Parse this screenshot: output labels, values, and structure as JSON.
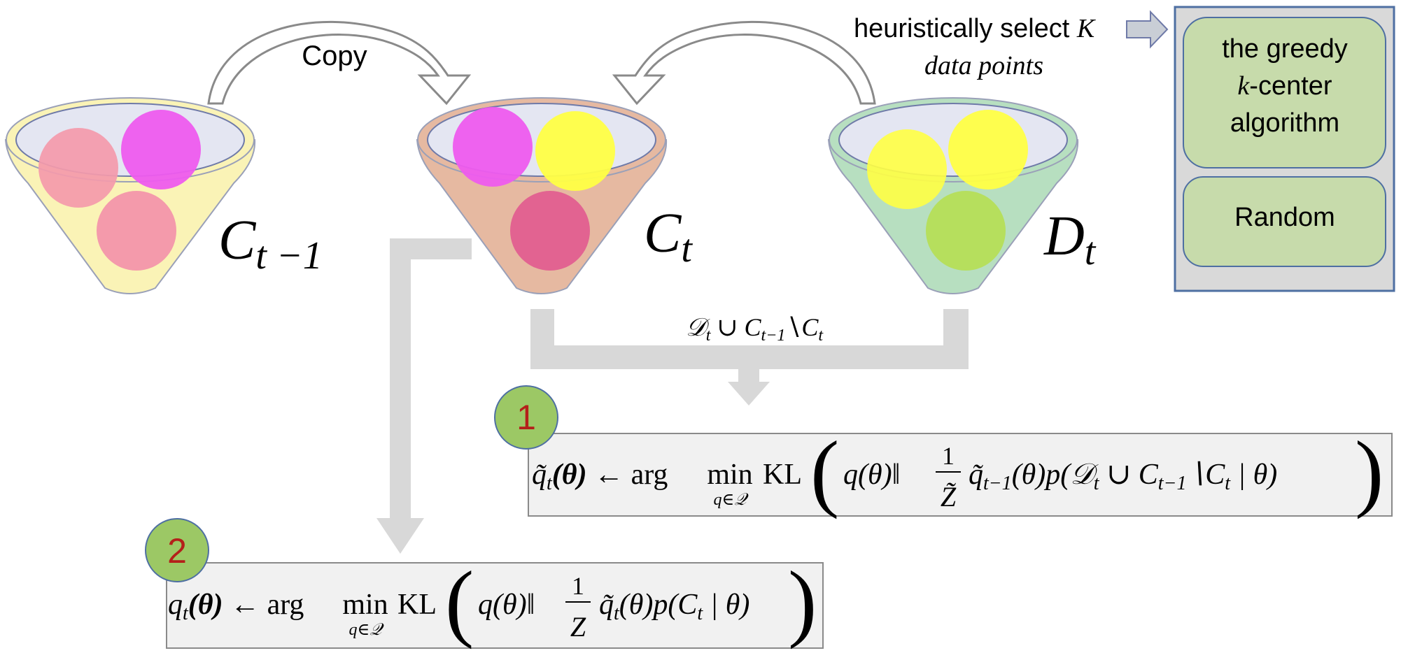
{
  "copy_label": "Copy",
  "heuristic_label": {
    "line1_text": "heuristically select ",
    "line1_var": "K",
    "line2": "data points"
  },
  "methods": {
    "greedy": [
      "the greedy",
      "-center",
      "algorithm"
    ],
    "greedy_var": "k",
    "random": "Random"
  },
  "buckets": {
    "prev": {
      "base": "C",
      "sub": "t −1"
    },
    "curr": {
      "base": "C",
      "sub": "t"
    },
    "data": {
      "base": "D",
      "sub": "t"
    }
  },
  "union_label": {
    "D": "𝒟",
    "t": "t",
    "cup": " ∪ ",
    "C1": "C",
    "sub1": "t−1",
    "setminus": "∖",
    "C2": "C",
    "sub2": "t"
  },
  "steps": {
    "one": "1",
    "two": "2"
  },
  "equation1": {
    "lhs": "q̃",
    "lhs_sub": "t",
    "theta_arg": "(θ)",
    "arrow": " ← arg",
    "min": "min",
    "min_sub": "q∈𝒬",
    "kl": "KL",
    "body_start": "q(θ)‖",
    "frac_num": "1",
    "frac_den": "Z̃",
    "body_mid": "q̃",
    "body_mid_sub": "t−1",
    "body_end": "(θ)p(𝒟",
    "body_end_sub": "t",
    "body_tail": " ∪ C",
    "body_tail_sub": "t−1",
    "body_tail2": "∖C",
    "body_tail2_sub": "t",
    "body_close": " | θ)"
  },
  "equation2": {
    "lhs": "q",
    "lhs_sub": "t",
    "theta_arg": "(θ)",
    "arrow": " ← arg",
    "min": "min",
    "min_sub": "q∈𝒬",
    "kl": "KL",
    "body_start": "q(θ)‖",
    "frac_num": "1",
    "frac_den": "Z",
    "body_mid": "q̃",
    "body_mid_sub": "t",
    "body_end": "(θ)p(C",
    "body_end_sub": "t",
    "body_close": " | θ)"
  },
  "colors": {
    "bucket_prev": "#FAF3B6",
    "bucket_curr": "#E6B9A1",
    "bucket_data": "#B7DFC0",
    "rim": "#E4E6F2",
    "magenta": "#EE5BEE",
    "pink": "#F49AAB",
    "yellow": "#FFFF44",
    "lime": "#B5DE55",
    "green_badge": "#9CC865",
    "method_fill": "#C7DBAB",
    "method_panel": "#D9D9D9",
    "arrow_gray": "#D8D8D8",
    "box_fill": "#F1F1F1",
    "step_red": "#B4201A"
  }
}
